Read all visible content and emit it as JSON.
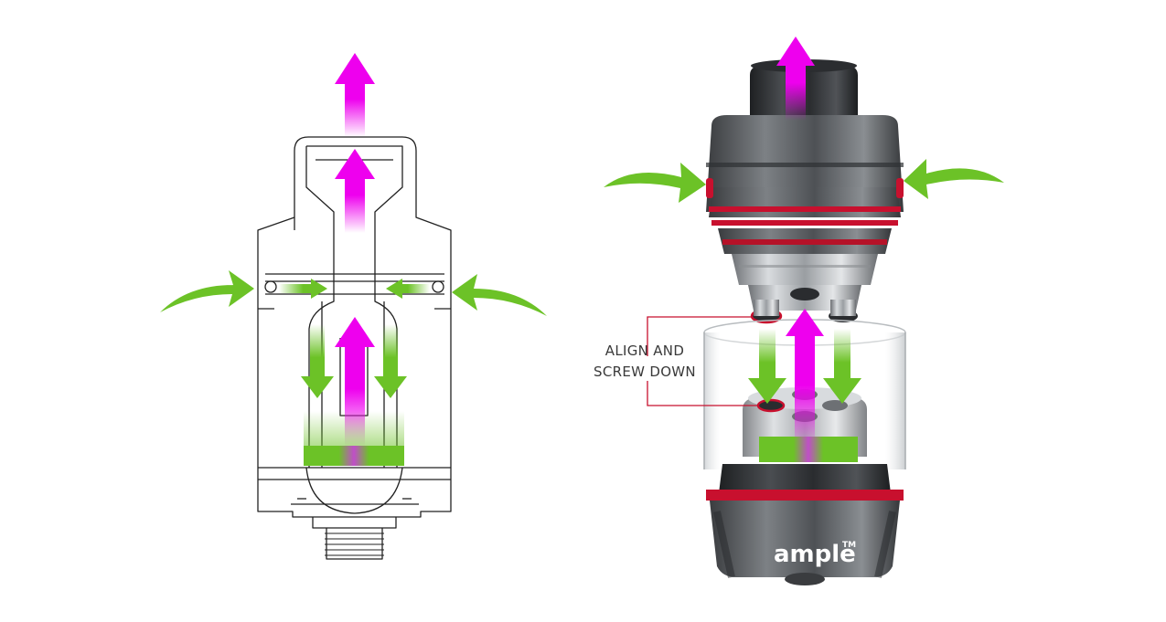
{
  "callout": {
    "line1": "ALIGN AND",
    "line2": "SCREW DOWN"
  },
  "brand": {
    "logo_text": "ample",
    "trademark": "TM"
  },
  "colors": {
    "airflow_in": "#6cc227",
    "vapor_out": "#ee00ee",
    "callout_line": "#c8102e",
    "accent_ring": "#c8102e",
    "metal": "#8a8d91",
    "body_dark": "#35373a"
  },
  "icons": [
    "airflow-arrow-icon",
    "vapor-arrow-icon"
  ]
}
